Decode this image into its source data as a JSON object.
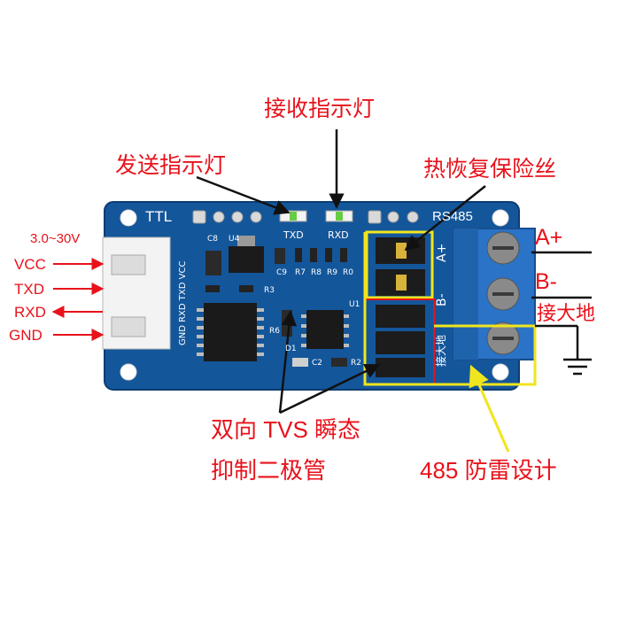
{
  "callouts": {
    "rx_indicator": "接收指示灯",
    "tx_indicator": "发送指示灯",
    "ptc_fuse": "热恢复保险丝",
    "tvs_line1": "双向 TVS 瞬态",
    "tvs_line2": "抑制二极管",
    "lightning": "485 防雷设计",
    "terminal_a": "A+",
    "terminal_b": "B-",
    "ground": "接大地"
  },
  "pins": {
    "voltage": "3.0~30V",
    "vcc": "VCC",
    "txd": "TXD",
    "rxd": "RXD",
    "gnd": "GND"
  },
  "silkscreen": {
    "ttl": "TTL",
    "rs485": "RS485",
    "led_txd": "TXD",
    "led_rxd": "RXD",
    "connector_pins": "GND RXD TXD VCC",
    "c8": "C8",
    "u4": "U4",
    "c9": "C9",
    "r7": "R7",
    "r8": "R8",
    "r9": "R9",
    "r0": "R0",
    "r3": "R3",
    "u1": "U1",
    "r6": "R6",
    "d1": "D1",
    "c2": "C2",
    "r2": "R2",
    "term_a": "A+",
    "term_b": "B-",
    "term_gnd": "接大地"
  },
  "colors": {
    "board": "#14569a",
    "board_dark": "#0c3d73",
    "terminal": "#2a73c6",
    "callout_red": "#e8121b",
    "highlight_yellow": "#f1e51d",
    "highlight_red": "#e8121b"
  }
}
